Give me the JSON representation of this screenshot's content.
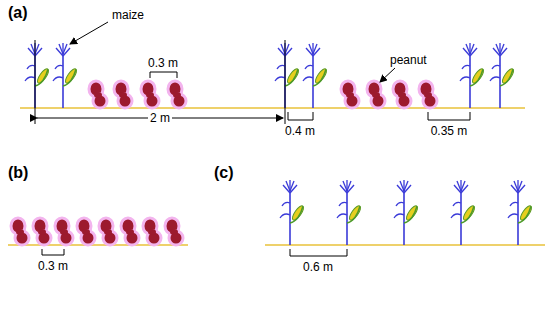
{
  "diagram": {
    "labels": [
      "(a)",
      "maize",
      "0.3 m",
      "peanut",
      "2 m",
      "0.4 m",
      "0.35 m",
      "(b)",
      "0.3 m",
      "(c)",
      "0.6 m"
    ]
  }
}
